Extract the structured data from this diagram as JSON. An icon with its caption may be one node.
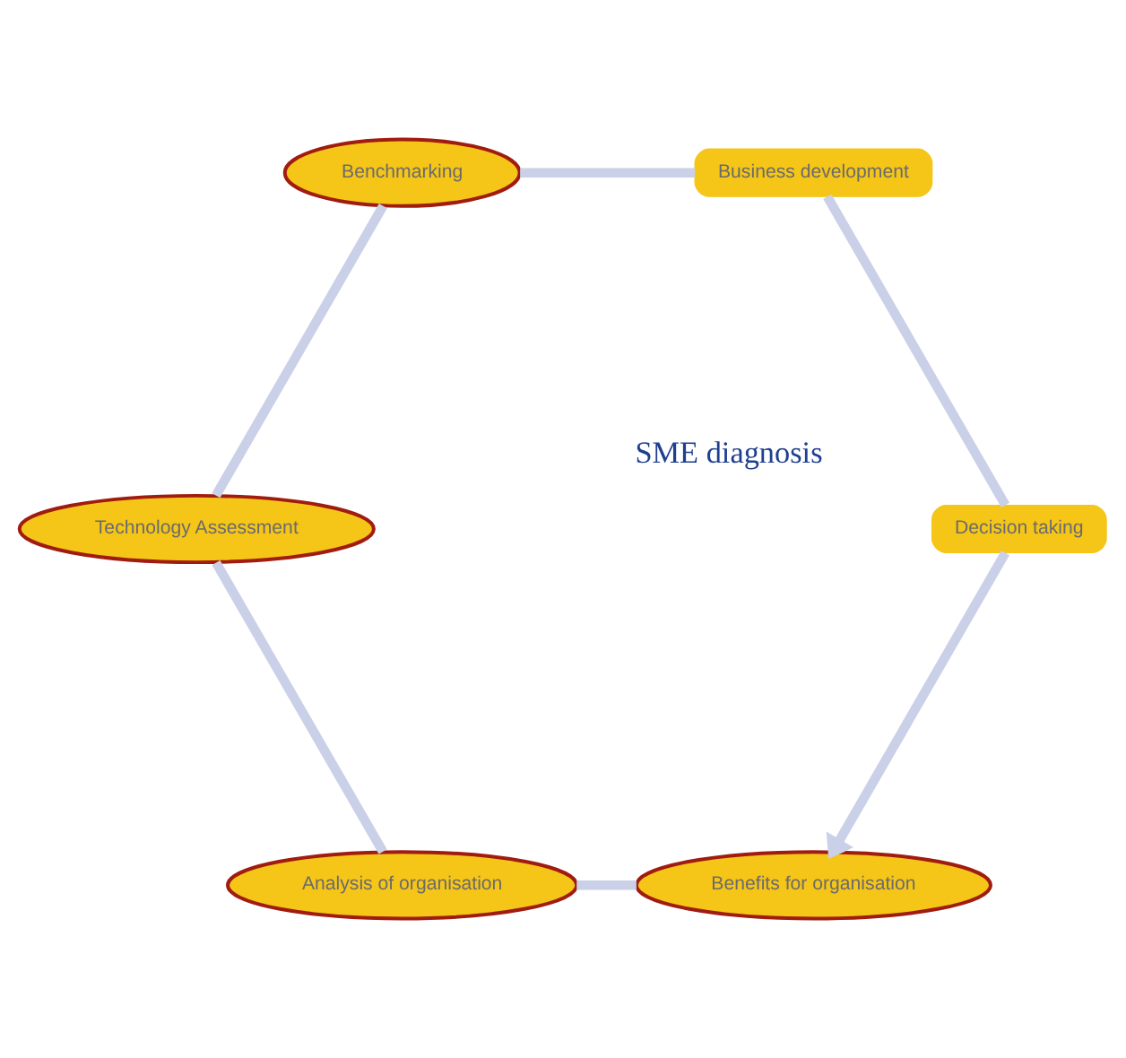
{
  "diagram": {
    "nodes": [
      {
        "text": [
          "Benefits for organisation"
        ]
      },
      {
        "text": [
          "Analysis of organisation"
        ]
      },
      {
        "text": [
          "Technology Assessment"
        ]
      },
      {
        "text": [
          "Benchmarking"
        ]
      },
      {
        "text": [
          "Business development"
        ]
      },
      {
        "text": [
          "Decision taking"
        ]
      }
    ],
    "edges": [
      {
        "from": 0,
        "to": 1,
        "arrow": "none"
      },
      {
        "from": 1,
        "to": 2,
        "arrow": "none"
      },
      {
        "from": 2,
        "to": 3,
        "arrow": "none"
      },
      {
        "from": 3,
        "to": 4,
        "arrow": "none"
      },
      {
        "from": 4,
        "to": 5,
        "arrow": "none"
      },
      {
        "from": 5,
        "to": 0,
        "arrow": "to"
      }
    ],
    "labels": [
      "SME diagnosis"
    ]
  }
}
